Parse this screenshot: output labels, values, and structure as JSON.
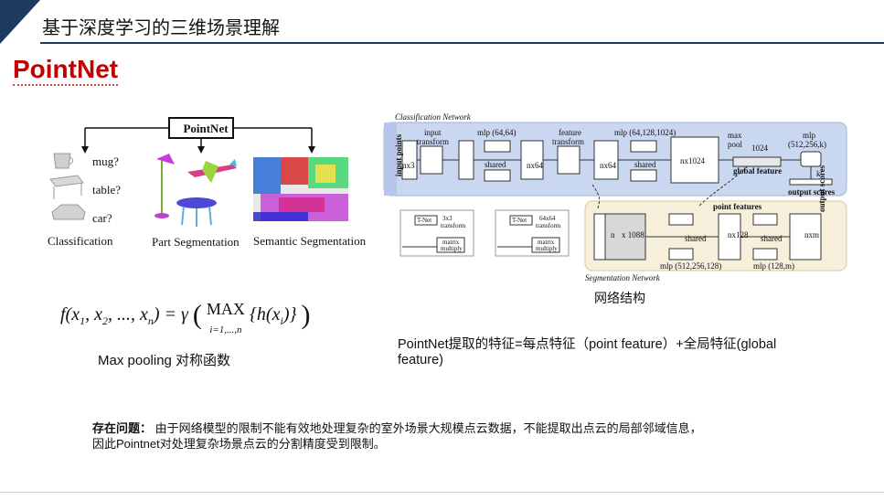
{
  "header": {
    "title": "基于深度学习的三维场景理解"
  },
  "brand": {
    "title": "PointNet"
  },
  "left_figure": {
    "center_box": "PointNet",
    "classification": {
      "labels": [
        "mug?",
        "table?",
        "car?"
      ],
      "caption": "Classification"
    },
    "part_segmentation": {
      "caption": "Part Segmentation"
    },
    "semantic_segmentation": {
      "caption": "Semantic Segmentation"
    }
  },
  "formula": {
    "caption": "Max pooling 对称函数"
  },
  "network": {
    "title_classification": "Classification Network",
    "title_segmentation": "Segmentation Network",
    "input_points": "input points",
    "nx3": "nx3",
    "input_transform": [
      "input",
      "transform"
    ],
    "mlp1": "mlp (64,64)",
    "shared": "shared",
    "nx64": "nx64",
    "feature_transform": [
      "feature",
      "transform"
    ],
    "mlp2": "mlp (64,128,1024)",
    "nx1024": "nx1024",
    "max_pool": [
      "max",
      "pool"
    ],
    "val_1024": "1024",
    "global_feature": "global feature",
    "mlp3": [
      "mlp",
      "(512,256,k)"
    ],
    "k": "k",
    "output_scores": "output scores",
    "tnet": "T-Net",
    "tnet_3x3": [
      "3x3",
      "transform"
    ],
    "tnet_64x64": [
      "64x64",
      "transform"
    ],
    "matrix_multiply": [
      "matrix",
      "multiply"
    ],
    "point_features": "point features",
    "n_x_1088": [
      "n",
      "x 1088"
    ],
    "nx128": "nx128",
    "nxm": "nxm",
    "mlp_seg1": "mlp (512,256,128)",
    "mlp_seg2": "mlp (128,m)",
    "caption": "网络结构"
  },
  "features_text": {
    "line1": "PointNet提取的特征=每点特征（point  feature）+全局特征(global",
    "line2": "feature)"
  },
  "problem": {
    "label": "存在问题：",
    "line1": " 由于网络模型的限制不能有效地处理复杂的室外场景大规模点云数据，不能提取出点云的局部邻域信息，",
    "line2": "因此Pointnet对处理复杂场景点云的分割精度受到限制。"
  },
  "colors": {
    "brand_red": "#c00000",
    "header_navy": "#1f3a5f",
    "net_blue": "#c9d7f0",
    "seg_cream": "#f6efdc"
  }
}
